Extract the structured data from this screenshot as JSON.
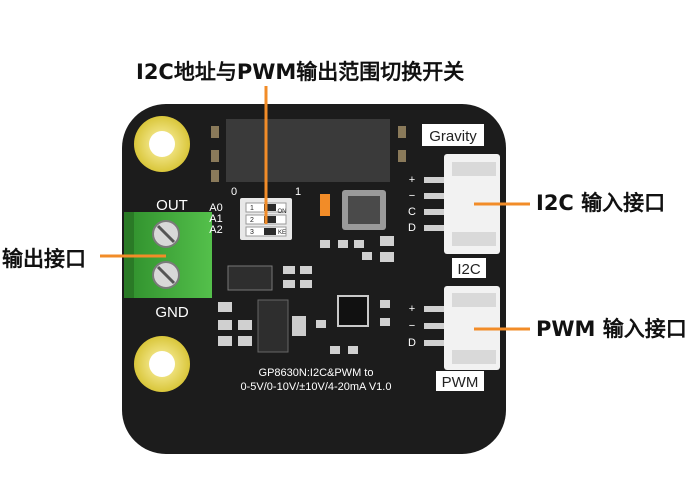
{
  "callouts": {
    "switch": "I2C地址与PWM输出范围切换开关",
    "output": "输出接口",
    "i2c_input": "I2C 输入接口",
    "pwm_input": "PWM 输入接口"
  },
  "board": {
    "gravity": "Gravity",
    "out": "OUT",
    "gnd": "GND",
    "i2c_label": "I2C",
    "pwm_label": "PWM",
    "i2c_pins": [
      "+",
      "−",
      "C",
      "D"
    ],
    "pwm_pins": [
      "+",
      "−",
      "D"
    ],
    "dip_zero": "0",
    "dip_one": "1",
    "addr_pins": [
      "A0",
      "A1",
      "A2"
    ],
    "dip_nums": [
      "1",
      "2",
      "3"
    ],
    "dip_on": "ON",
    "dip_ke": "KE",
    "model_line1": "GP8630N:I2C&PWM to",
    "model_line2": "0-5V/0-10V/±10V/4-20mA V1.0"
  },
  "colors": {
    "pcb": "#1c1c1c",
    "hole_ring": "#e6d84a",
    "terminal": "#3fa93a",
    "leader": "#f28c28",
    "connector": "#f2f2f2"
  }
}
